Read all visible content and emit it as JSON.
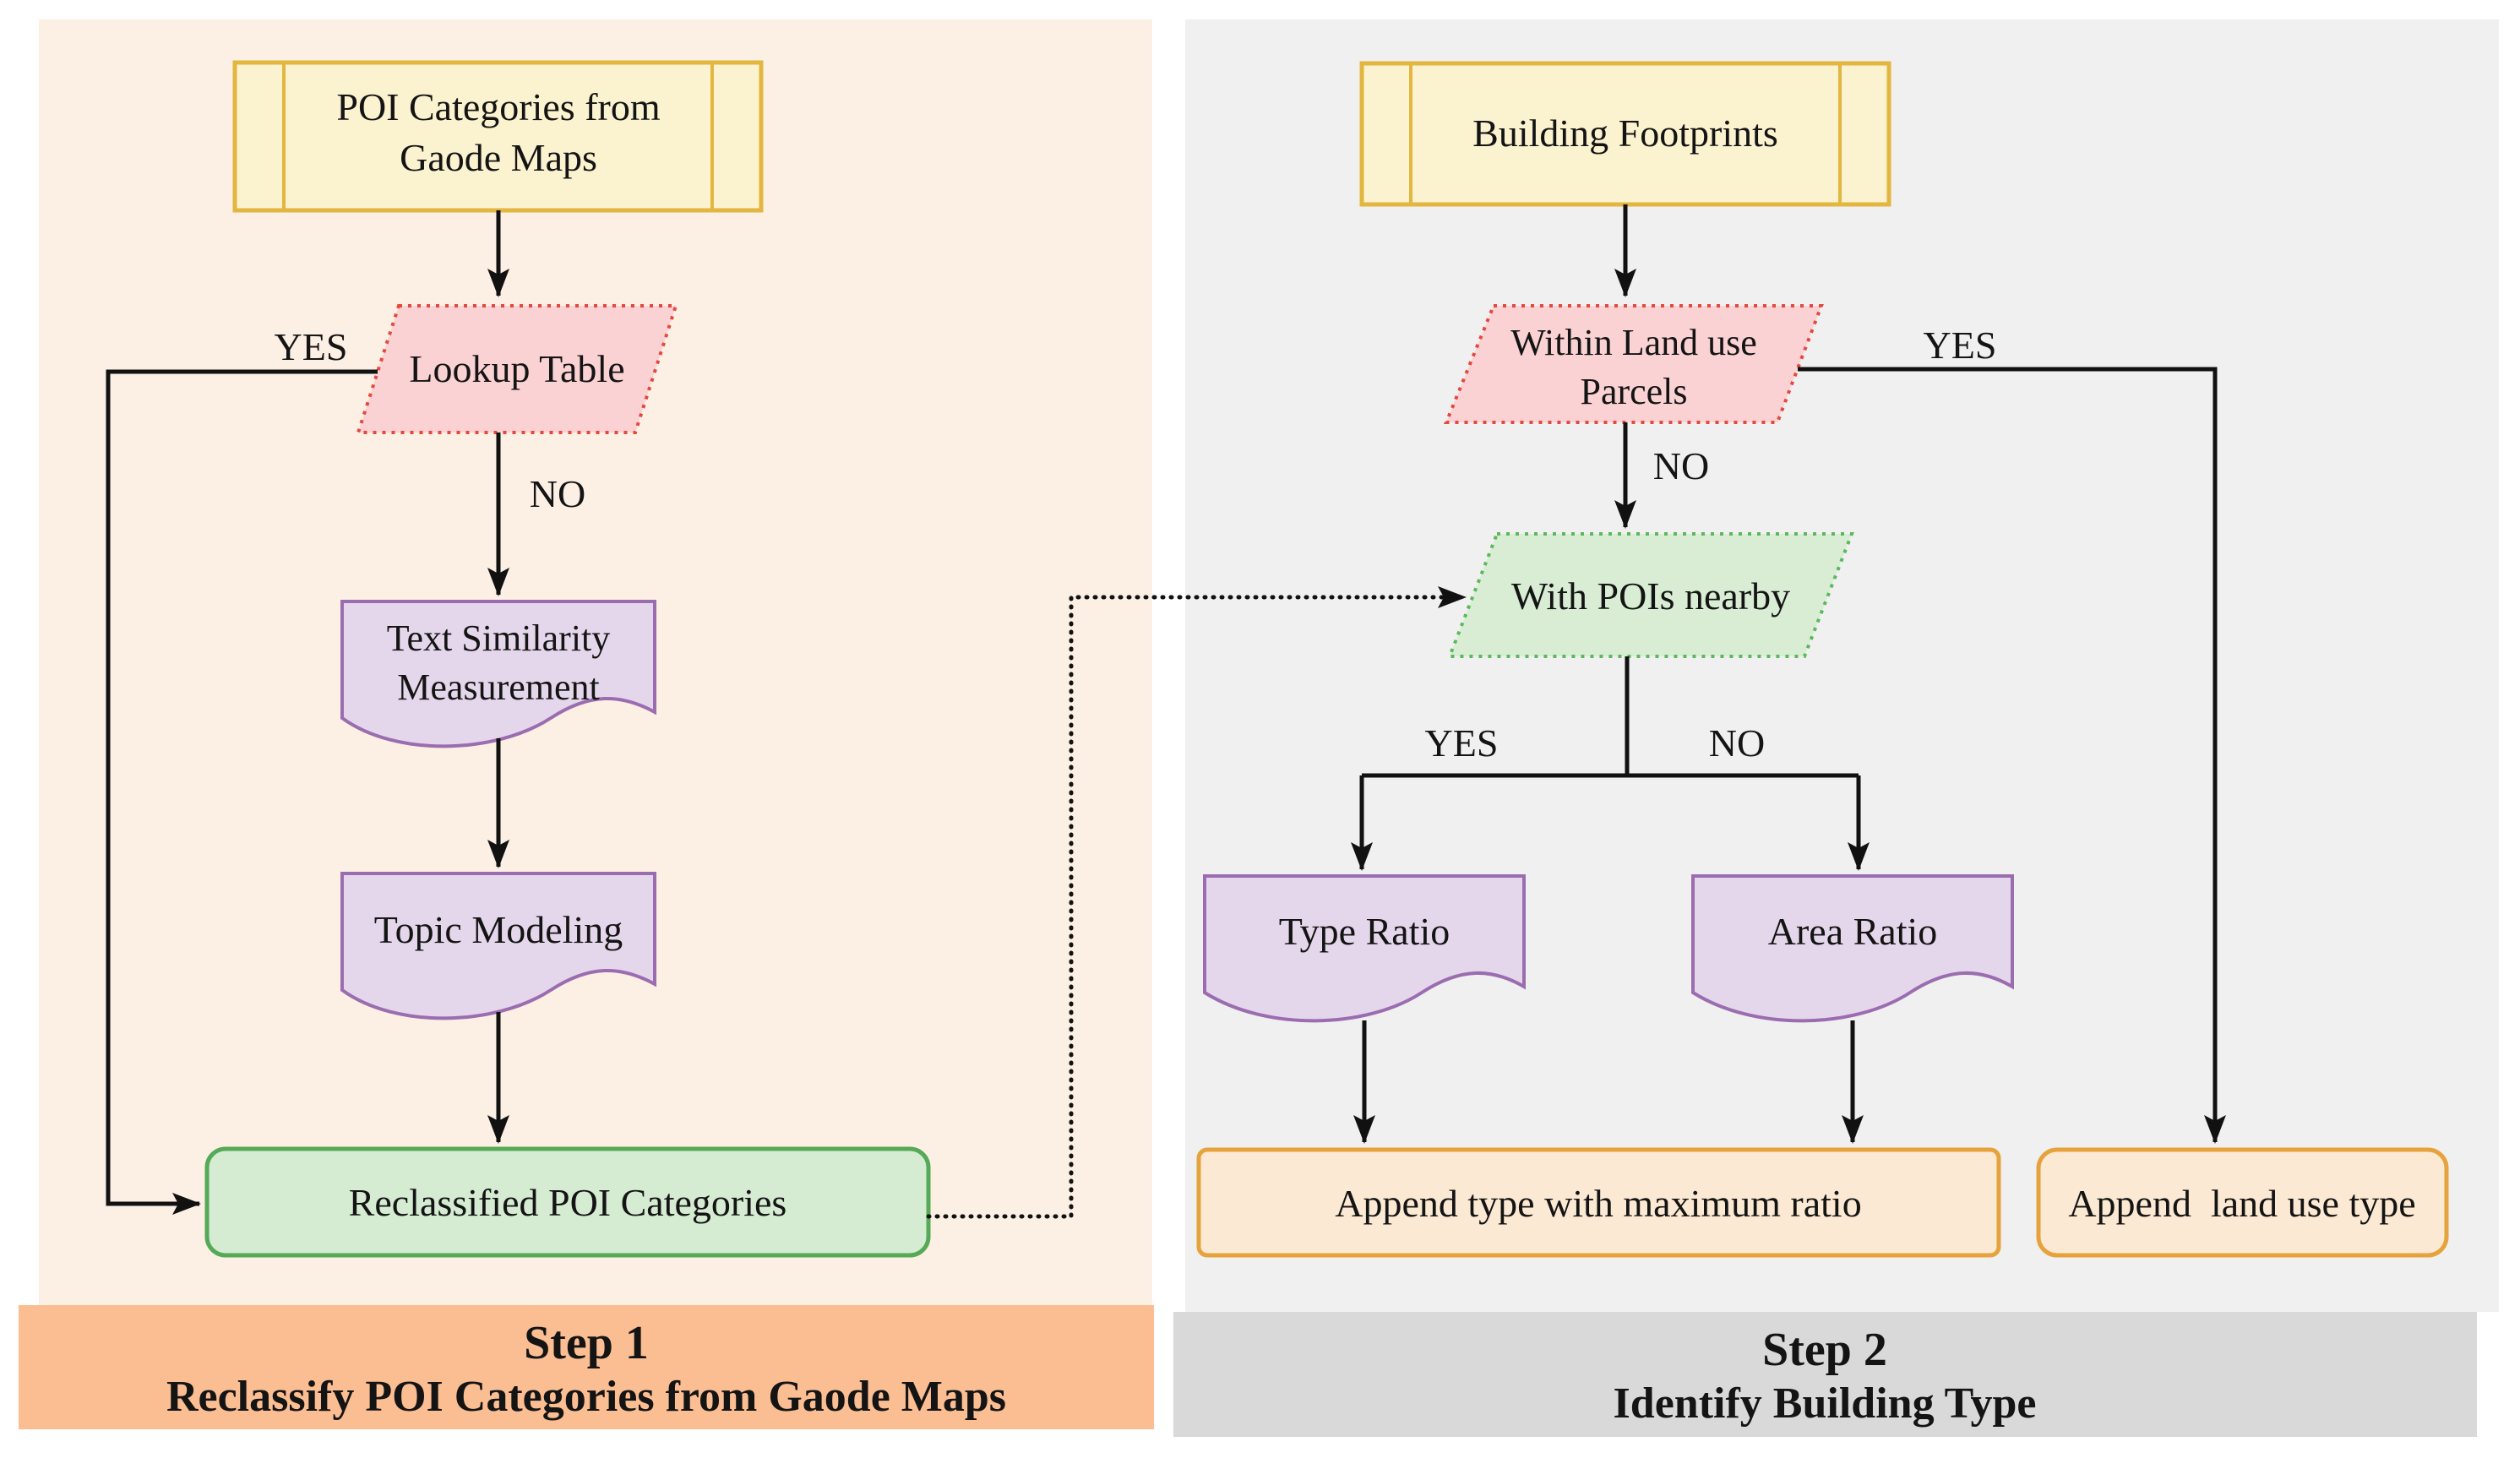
{
  "step1": {
    "footer": {
      "title": "Step 1",
      "subtitle": "Reclassify POI Categories from Gaode Maps"
    },
    "nodes": {
      "poi_categories": {
        "line1": "POI Categories from",
        "line2": "Gaode Maps"
      },
      "lookup_table": {
        "label": "Lookup Table"
      },
      "text_similarity": {
        "line1": "Text Similarity",
        "line2": "Measurement"
      },
      "topic_modeling": {
        "label": "Topic Modeling"
      },
      "reclassified": {
        "label": "Reclassified POI Categories"
      }
    },
    "edges": {
      "lookup_yes": "YES",
      "lookup_no": "NO"
    }
  },
  "step2": {
    "footer": {
      "title": "Step 2",
      "subtitle": "Identify Building Type"
    },
    "nodes": {
      "building_footprints": {
        "label": "Building Footprints"
      },
      "within_parcels": {
        "line1": "Within Land use",
        "line2": "Parcels"
      },
      "with_pois": {
        "label": "With POIs nearby"
      },
      "type_ratio": {
        "label": "Type Ratio"
      },
      "area_ratio": {
        "label": "Area Ratio"
      },
      "append_max": {
        "label": "Append type with maximum ratio"
      },
      "append_land": {
        "label": "Append  land use type"
      }
    },
    "edges": {
      "parcels_yes": "YES",
      "parcels_no": "NO",
      "pois_yes": "YES",
      "pois_no": "NO"
    }
  },
  "colors": {
    "step1_panel_bg": "#FCEFE4",
    "step1_footer_bg": "#FBBE93",
    "step2_panel_bg": "#F0F0F0",
    "step2_footer_bg": "#D9D9D9",
    "data_node_fill": "#FBF2CF",
    "data_node_border": "#E2B63F",
    "decision_pink_fill": "#FAD2D4",
    "decision_pink_border": "#E4483E",
    "decision_green_fill": "#D9EDD5",
    "decision_green_border": "#5BB85B",
    "process_purple_fill": "#E5D7EB",
    "process_purple_border": "#9B6DB0",
    "result_green_fill": "#D5EBD2",
    "result_green_border": "#56A957",
    "result_orange_fill": "#FCE9D3",
    "result_orange_border": "#E6A23C",
    "line_color": "#111111",
    "text_color": "#141414"
  }
}
